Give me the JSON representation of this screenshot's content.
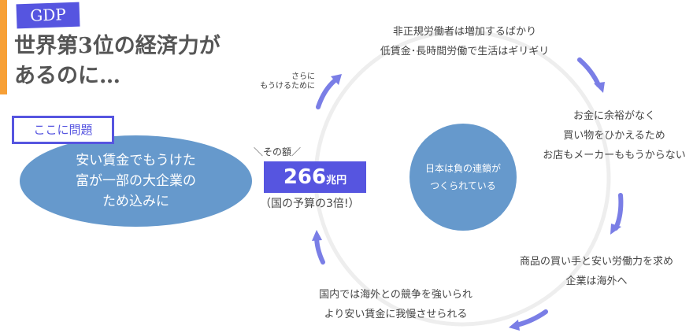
{
  "header": {
    "badge": "GDP",
    "title": "世界第3位の経済力が\nあるのに…"
  },
  "problem": {
    "label": "ここに問題",
    "text": "安い賃金でもうけた\n富が一部の大企業の\nため込みに"
  },
  "amount": {
    "label": "＼その額／",
    "value": "266",
    "unit": "兆円",
    "note": "（国の予算の3倍!）"
  },
  "cycle": {
    "center": "日本は負の連鎖が\nつくられている",
    "steps": [
      "非正規労働者は増加するばかり\n低賃金･長時間労働で生活はギリギリ",
      "お金に余裕がなく\n買い物をひかえるため\nお店もメーカーももうからない",
      "商品の買い手と安い労働力を求め\n企業は海外へ",
      "国内では海外との競争を強いられ\nより安い賃金に我慢させられる"
    ],
    "side_note": "さらに\nもうけるために"
  },
  "colors": {
    "accent": "#5655e0",
    "orange": "#f7a036",
    "blue": "#6699cc",
    "arrow": "#7a7ee6",
    "ring": "#eeeeee"
  }
}
